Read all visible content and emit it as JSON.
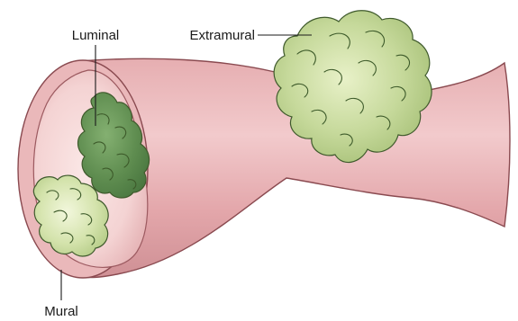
{
  "labels": {
    "luminal": "Luminal",
    "extramural": "Extramural",
    "mural": "Mural"
  },
  "colors": {
    "tube_light": "#f3cfd0",
    "tube_mid": "#e4a9ad",
    "tube_dark": "#c98a90",
    "tube_inner": "#f6dcdc",
    "tube_outline": "#8a4a50",
    "mass_light": "#dde9b8",
    "mass_mid": "#b9d08c",
    "mass_dark_luminal": "#5f8d50",
    "mass_outline": "#3f5a2c",
    "label_text": "#1a1a1a"
  }
}
